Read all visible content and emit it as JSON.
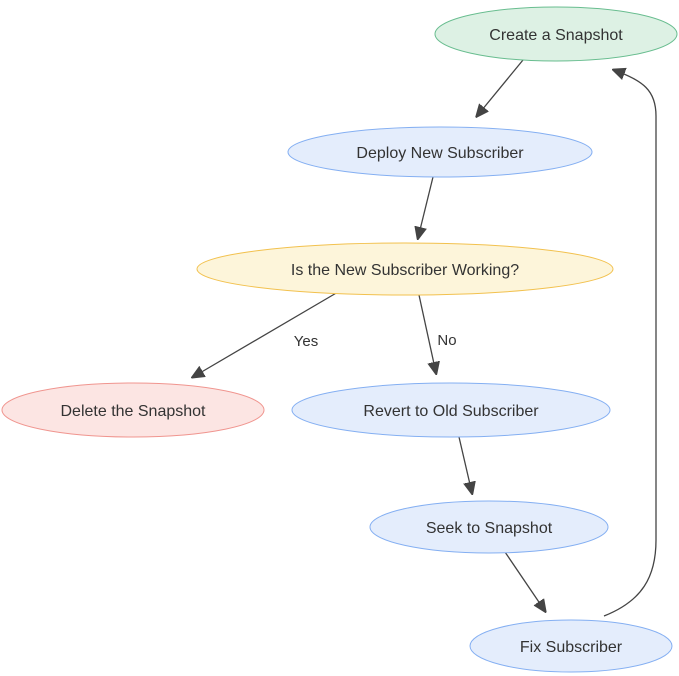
{
  "diagram": {
    "type": "flowchart",
    "background": "#ffffff"
  },
  "colors": {
    "edge": "#444444",
    "text": "#333333"
  },
  "nodes": [
    {
      "id": "create-snapshot",
      "label": "Create a Snapshot",
      "fill": "#ddf1e4",
      "stroke": "#68bd8f"
    },
    {
      "id": "deploy-new-subscriber",
      "label": "Deploy New Subscriber",
      "fill": "#e4edfc",
      "stroke": "#84aff2"
    },
    {
      "id": "is-new-subscriber-working",
      "label": "Is the New Subscriber Working?",
      "fill": "#fdf5da",
      "stroke": "#f2c14e"
    },
    {
      "id": "delete-the-snapshot",
      "label": "Delete the Snapshot",
      "fill": "#fce5e3",
      "stroke": "#f0958f"
    },
    {
      "id": "revert-to-old-subscriber",
      "label": "Revert to Old Subscriber",
      "fill": "#e4edfc",
      "stroke": "#84aff2"
    },
    {
      "id": "seek-to-snapshot",
      "label": "Seek to Snapshot",
      "fill": "#e4edfc",
      "stroke": "#84aff2"
    },
    {
      "id": "fix-subscriber",
      "label": "Fix Subscriber",
      "fill": "#e4edfc",
      "stroke": "#84aff2"
    }
  ],
  "edges": {
    "yes_label": "Yes",
    "no_label": "No"
  }
}
